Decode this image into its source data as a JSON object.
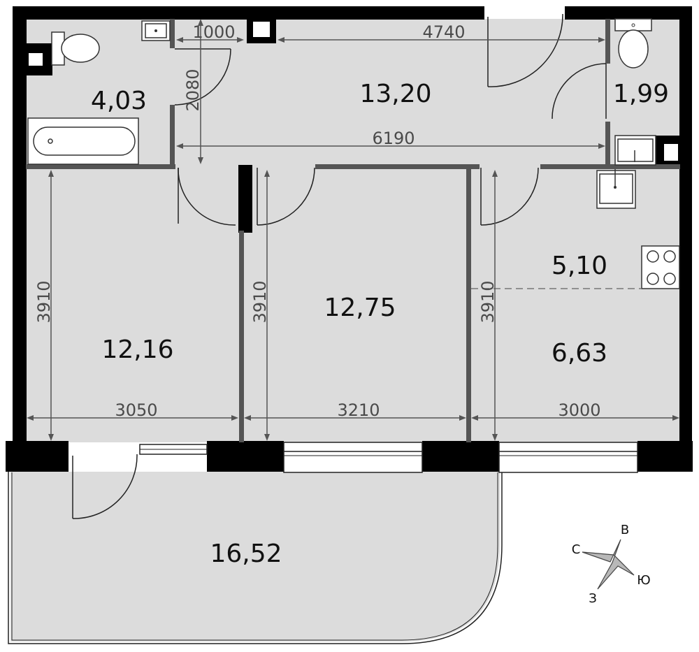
{
  "rooms": {
    "bathroom": "4,03",
    "hall": "13,20",
    "toilet": "1,99",
    "bedroom_left": "12,16",
    "bedroom_middle": "12,75",
    "kitchen_upper": "5,10",
    "kitchen_lower": "6,63",
    "balcony": "16,52"
  },
  "dimensions": {
    "d1000": "1000",
    "d4740": "4740",
    "d2080": "2080",
    "d6190": "6190",
    "d3910_left": "3910",
    "d3910_middle": "3910",
    "d3910_right": "3910",
    "d3050": "3050",
    "d3210": "3210",
    "d3000": "3000"
  },
  "compass": {
    "north": "С",
    "east": "В",
    "south": "Ю",
    "west": "З"
  },
  "colors": {
    "floor": "#dcdcdc",
    "walls": "#000000",
    "partitions": "#555555",
    "dimension_lines": "#555555"
  }
}
